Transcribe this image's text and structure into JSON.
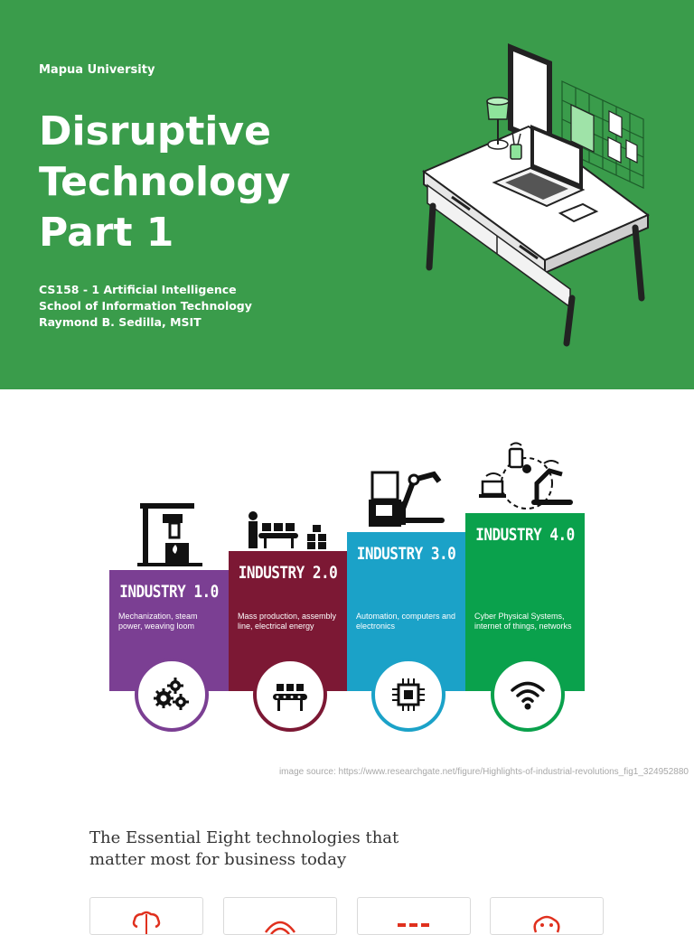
{
  "slide": {
    "university": "Mapua University",
    "title_lines": [
      "Disruptive",
      "Technology",
      "Part 1"
    ],
    "course": "CS158 - 1 Artificial Intelligence",
    "school": "School of Information Technology",
    "instructor": "Raymond B. Sedilla, MSIT",
    "background_color": "#3a9c4b",
    "illustration": "desk-with-laptop-illustration"
  },
  "industries": [
    {
      "title": "INDUSTRY 1.0",
      "description": "Mechanization, steam power, weaving loom",
      "icon": "gears-icon",
      "color": "#7b3f93"
    },
    {
      "title": "INDUSTRY 2.0",
      "description": "Mass production, assembly line, electrical energy",
      "icon": "conveyor-belt-icon",
      "color": "#7c1834"
    },
    {
      "title": "INDUSTRY 3.0",
      "description": "Automation, computers and electronics",
      "icon": "microchip-icon",
      "color": "#1ba2c8"
    },
    {
      "title": "INDUSTRY 4.0",
      "description": "Cyber Physical Systems, internet of things, networks",
      "icon": "wifi-icon",
      "color": "#0aa14c"
    }
  ],
  "image_source": "image source: https://www.researchgate.net/figure/Highlights-of-industrial-revolutions_fig1_324952880",
  "essential_eight": {
    "heading_lines": [
      "The Essential Eight technologies that",
      "matter most for business today"
    ],
    "accent_color": "#e0301e",
    "card_icons": [
      "brain-icon",
      "drone-icon",
      "blockchain-icon",
      "robot-icon"
    ]
  }
}
